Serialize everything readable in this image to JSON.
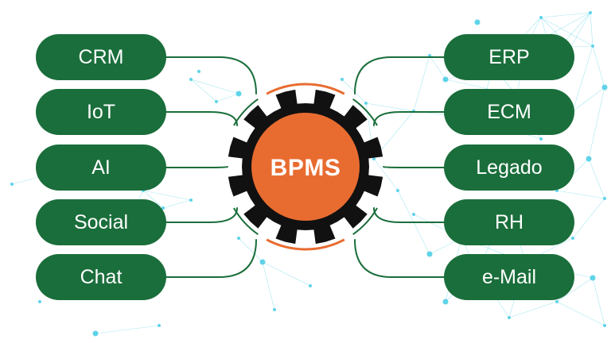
{
  "diagram": {
    "center": {
      "label": "BPMS"
    },
    "left_nodes": [
      {
        "label": "CRM"
      },
      {
        "label": "IoT"
      },
      {
        "label": "AI"
      },
      {
        "label": "Social"
      },
      {
        "label": "Chat"
      }
    ],
    "right_nodes": [
      {
        "label": "ERP"
      },
      {
        "label": "ECM"
      },
      {
        "label": "Legado"
      },
      {
        "label": "RH"
      },
      {
        "label": "e-Mail"
      }
    ]
  },
  "colors": {
    "node_fill": "#1a6e3b",
    "gear_fill": "#111111",
    "core_fill": "#e86c30",
    "orbit_arc": "#e86c30",
    "connector": "#1a6e3b",
    "network": "#5fd3e8"
  }
}
